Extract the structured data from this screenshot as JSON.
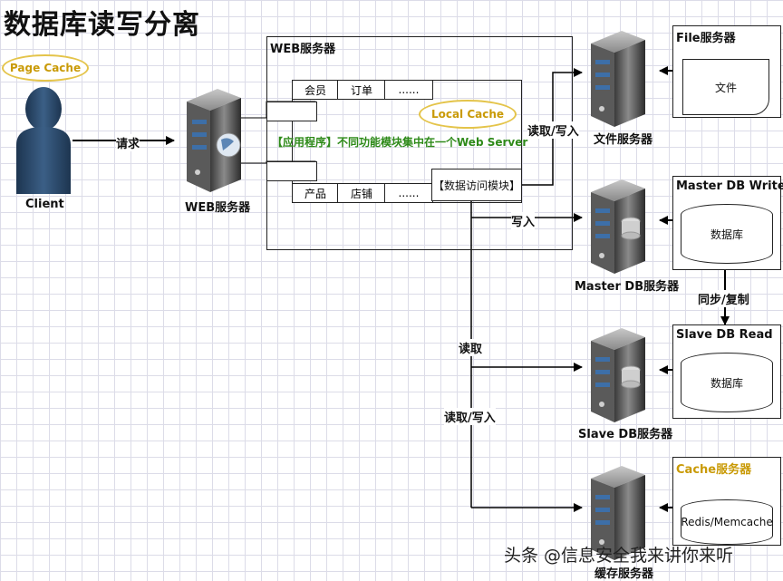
{
  "title": "数据库读写分离",
  "client": {
    "page_cache": "Page Cache",
    "label": "Client"
  },
  "request_label": "请求",
  "web_server_icon_label": "WEB服务器",
  "web_box": {
    "title": "WEB服务器",
    "top_modules": [
      "会员",
      "订单",
      "......"
    ],
    "bottom_modules": [
      "产品",
      "店铺",
      "......"
    ],
    "local_cache": "Local Cache",
    "app_text": "【应用程序】不同功能模块集中在一个Web Server",
    "data_access": "【数据访问模块】"
  },
  "edges": {
    "read_write_file": "读取/写入",
    "write": "写入",
    "read": "读取",
    "read_write_cache": "读取/写入",
    "sync": "同步/复制"
  },
  "file_server": {
    "box_title": "File服务器",
    "content": "文件",
    "label": "文件服务器"
  },
  "master_db": {
    "box_title": "Master DB Write",
    "content": "数据库",
    "label": "Master DB服务器"
  },
  "slave_db": {
    "box_title": "Slave DB Read",
    "content": "数据库",
    "label": "Slave DB服务器"
  },
  "cache_server": {
    "box_title": "Cache服务器",
    "content": "Redis/Memcache",
    "label": "缓存服务器"
  },
  "watermark": "头条 @信息安全我来讲你来听"
}
